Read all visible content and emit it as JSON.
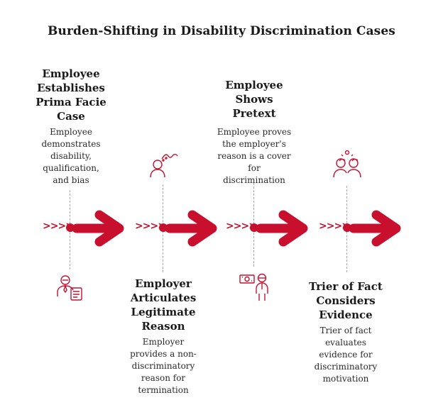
{
  "title": "Burden-Shifting in Disability Discrimination Cases",
  "colors": {
    "accent": "#c8102e",
    "line": "#a7a7a7",
    "text": "#1a1a1a"
  },
  "steps": [
    {
      "heading_lines": [
        "Employee",
        "Establishes",
        "Prima Facie",
        "Case"
      ],
      "description_lines": [
        "Employee",
        "demonstrates",
        "disability,",
        "qualification,",
        "and bias"
      ],
      "icon": "employee-document-icon"
    },
    {
      "heading_lines": [
        "Employer",
        "Articulates",
        "Legitimate",
        "Reason"
      ],
      "description_lines": [
        "Employer",
        "provides a non-",
        "discriminatory",
        "reason for",
        "termination"
      ],
      "icon": "person-thinking-icon"
    },
    {
      "heading_lines": [
        "Employee",
        "Shows",
        "Pretext"
      ],
      "description_lines": [
        "Employee proves",
        "the employer's",
        "reason is a cover",
        "for",
        "discrimination"
      ],
      "icon": "money-person-icon"
    },
    {
      "heading_lines": [
        "Trier of Fact",
        "Considers",
        "Evidence"
      ],
      "description_lines": [
        "Trier of fact",
        "evaluates",
        "evidence for",
        "discriminatory",
        "motivation"
      ],
      "icon": "group-discussion-icon"
    }
  ],
  "chevrons": ">>>>"
}
